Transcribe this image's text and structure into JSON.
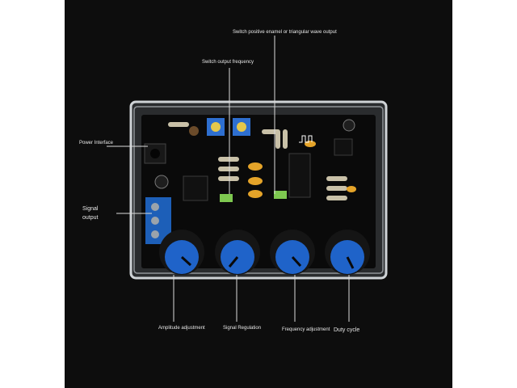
{
  "labels": {
    "switch_waveform": "Switch positive enamel or triangular wave output",
    "switch_frequency": "Switch output frequency",
    "power_interface": "Power Interface",
    "signal_output_line1": "Signal",
    "signal_output_line2": "output",
    "amplitude_adjustment": "Amplitude adjustment",
    "signal_regulation": "Signal Regulation",
    "frequency_adjustment": "Frequency adjustment",
    "duty_cycle": "Duty cycle"
  },
  "colors": {
    "background": "#0d0d0d",
    "page": "#ffffff",
    "pcb": "#0a0a0a",
    "knob_cap": "#1f63c9",
    "terminal_block": "#1d5fb8",
    "acrylic": "#cfd3d6"
  }
}
